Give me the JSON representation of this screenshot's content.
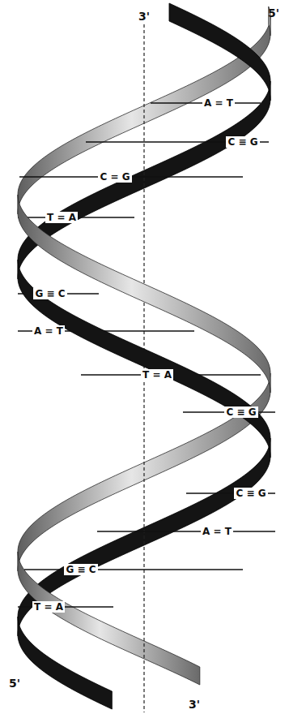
{
  "diagram": {
    "labels": [
      "3'",
      "5'",
      "A = T",
      "C ≡ G",
      "C = G",
      "T = A",
      "G ≡ C",
      "A = T",
      "T = A",
      "C ≡ G",
      "C ≡ G",
      "A = T",
      "G ≡ C",
      "T = A",
      "5'",
      "3'"
    ]
  }
}
